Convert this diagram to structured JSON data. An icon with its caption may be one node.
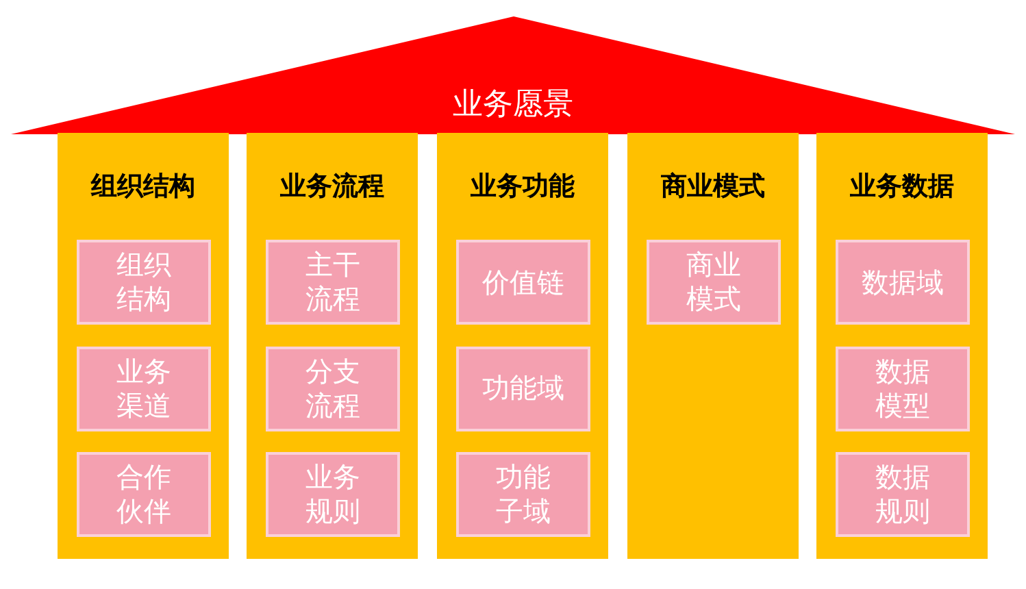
{
  "diagram": {
    "nodes": [
      {
        "text": [
          "业务愿景"
        ]
      },
      {
        "text": [
          "组织结构"
        ]
      },
      {
        "text": [
          "组织结构"
        ],
        "in": 1
      },
      {
        "text": [
          "业务渠道"
        ],
        "in": 1
      },
      {
        "text": [
          "合作伙伴"
        ],
        "in": 1
      },
      {
        "text": [
          "业务流程"
        ]
      },
      {
        "text": [
          "主干流程"
        ],
        "in": 5
      },
      {
        "text": [
          "分支流程"
        ],
        "in": 5
      },
      {
        "text": [
          "业务规则"
        ],
        "in": 5
      },
      {
        "text": [
          "业务功能"
        ]
      },
      {
        "text": [
          "价值链"
        ],
        "in": 9
      },
      {
        "text": [
          "功能域"
        ],
        "in": 9
      },
      {
        "text": [
          "功能子域"
        ],
        "in": 9
      },
      {
        "text": [
          "商业模式"
        ]
      },
      {
        "text": [
          "商业模式"
        ],
        "in": 13
      },
      {
        "text": [
          "业务数据"
        ]
      },
      {
        "text": [
          "数据域"
        ],
        "in": 15
      },
      {
        "text": [
          "数据模型"
        ],
        "in": 15
      },
      {
        "text": [
          "数据规则"
        ],
        "in": 15
      }
    ],
    "edges": []
  }
}
